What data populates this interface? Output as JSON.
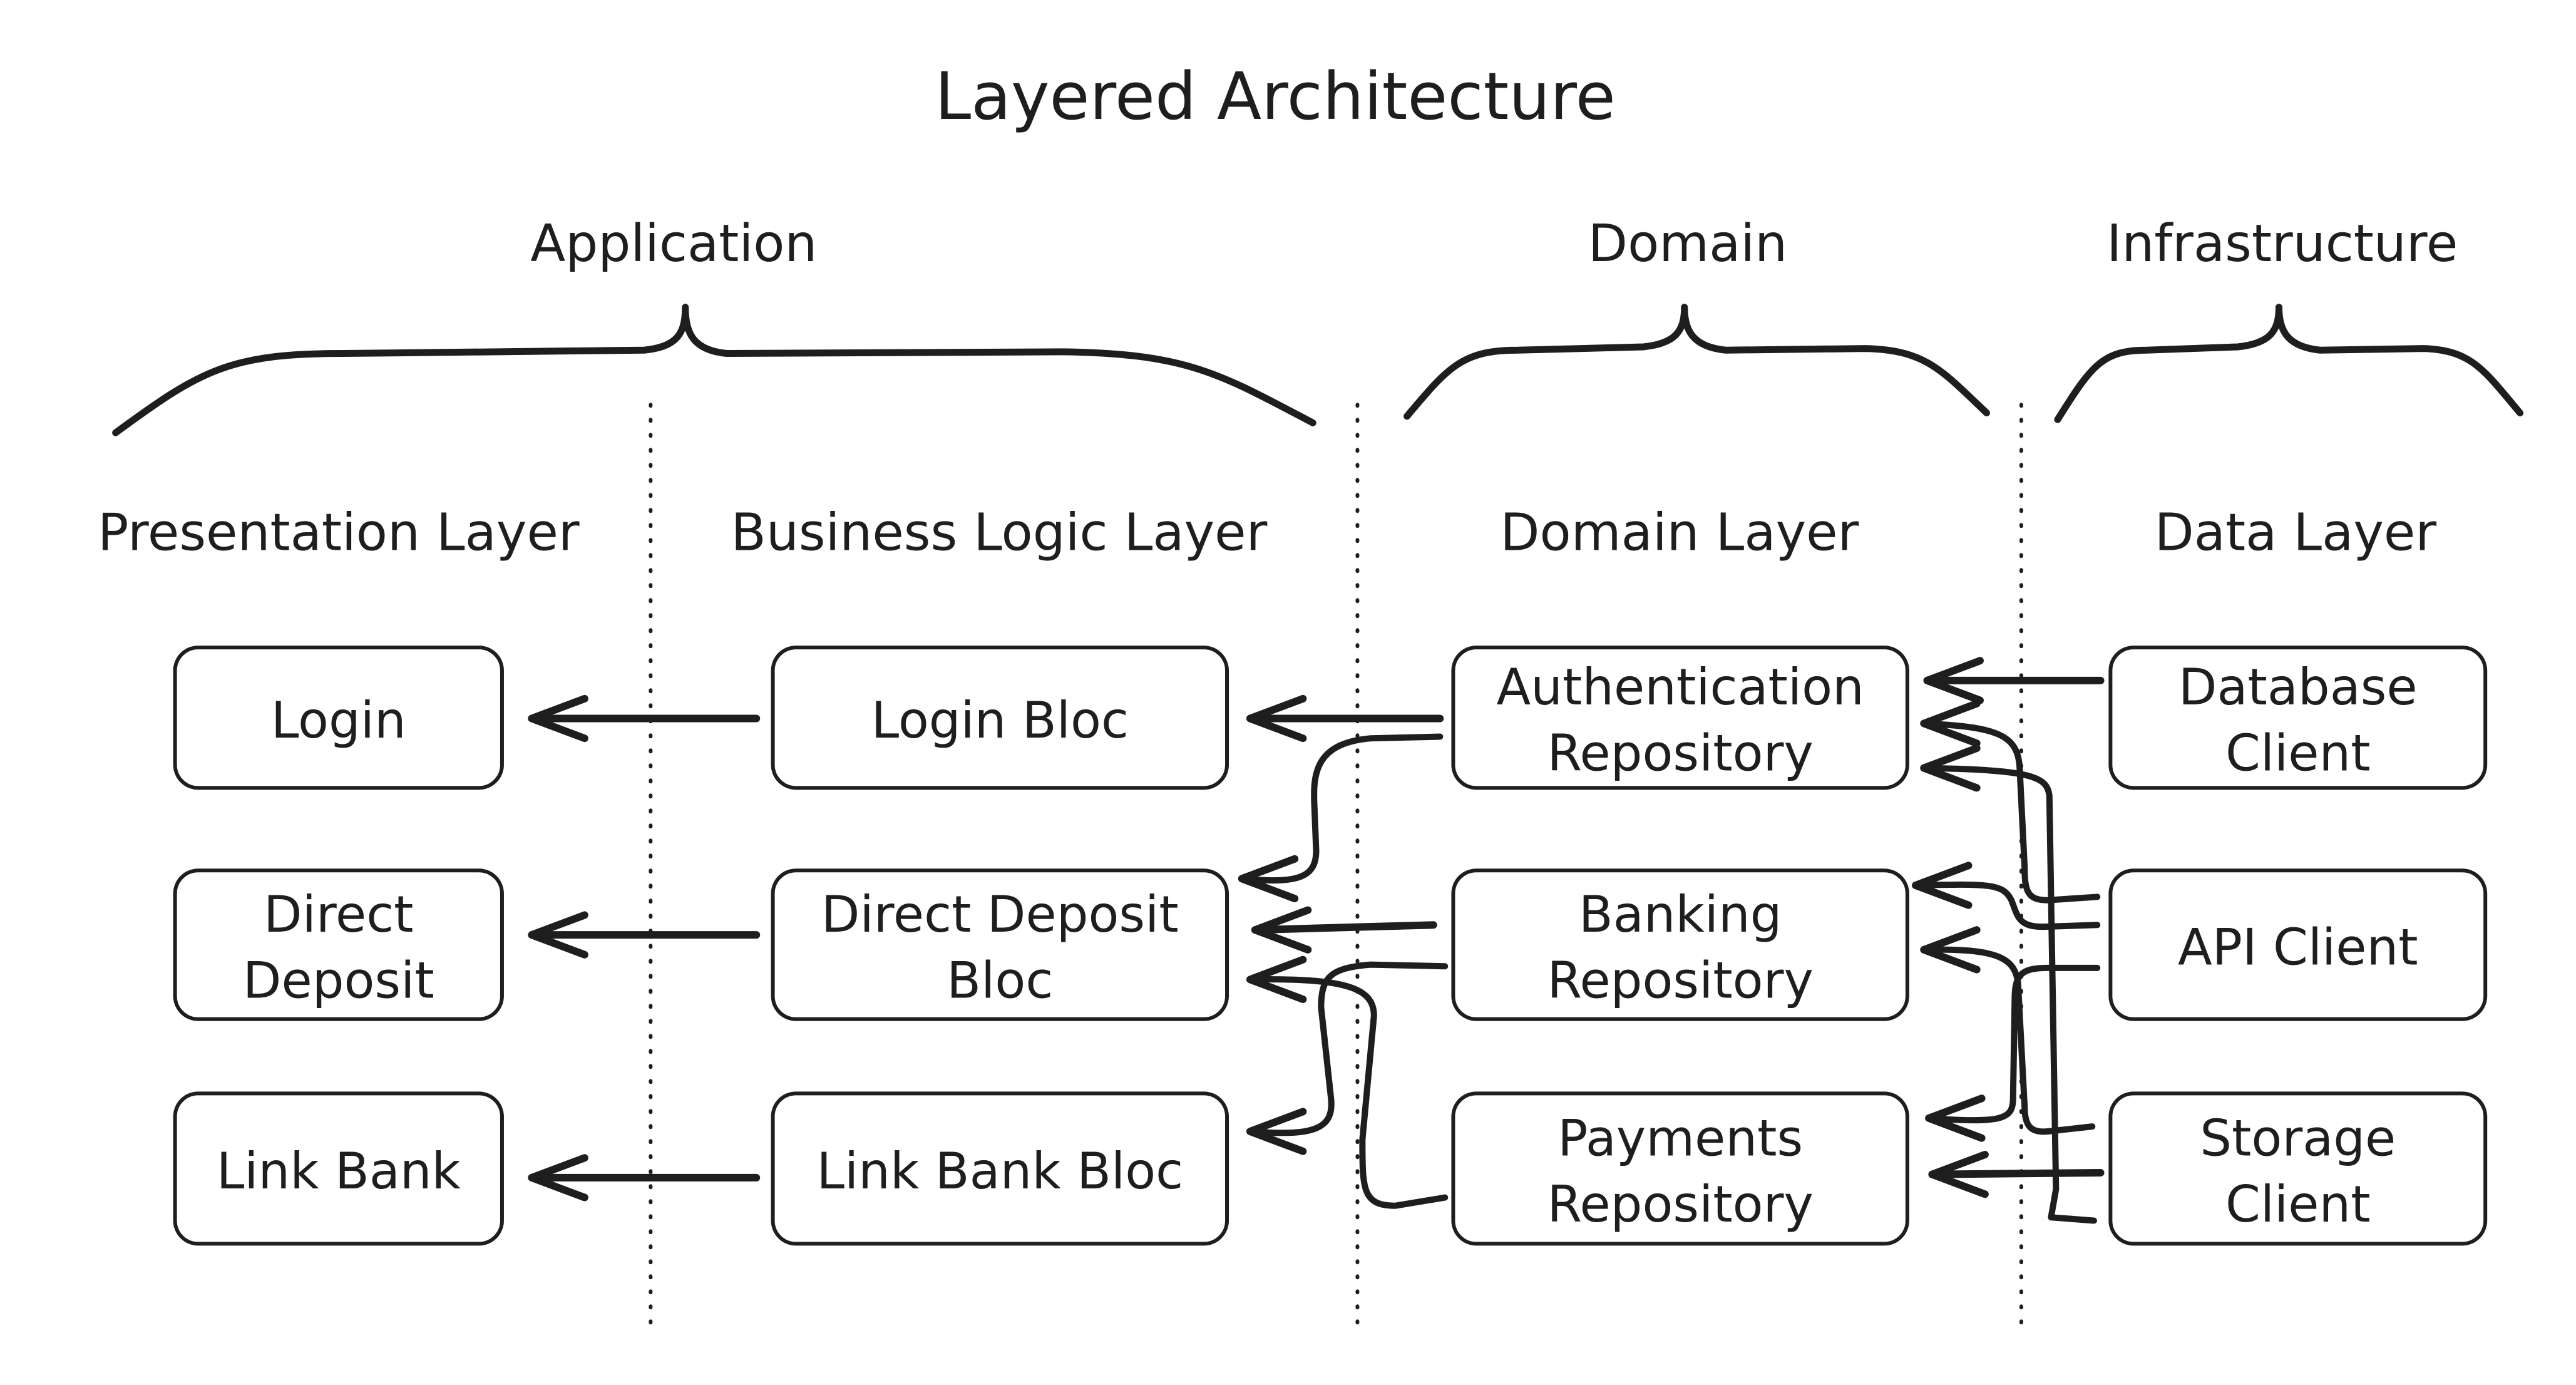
{
  "title": "Layered Architecture",
  "groups": [
    {
      "id": "application",
      "label": "Application"
    },
    {
      "id": "domain",
      "label": "Domain"
    },
    {
      "id": "infrastructure",
      "label": "Infrastructure"
    }
  ],
  "layers": [
    {
      "id": "presentation",
      "label": "Presentation Layer",
      "group": "application"
    },
    {
      "id": "business",
      "label": "Business Logic Layer",
      "group": "application"
    },
    {
      "id": "domain",
      "label": "Domain Layer",
      "group": "domain"
    },
    {
      "id": "data",
      "label": "Data Layer",
      "group": "infrastructure"
    }
  ],
  "nodes": [
    {
      "id": "login",
      "layer": "presentation",
      "lines": [
        "Login"
      ]
    },
    {
      "id": "direct-deposit",
      "layer": "presentation",
      "lines": [
        "Direct",
        "Deposit"
      ]
    },
    {
      "id": "link-bank",
      "layer": "presentation",
      "lines": [
        "Link Bank"
      ]
    },
    {
      "id": "login-bloc",
      "layer": "business",
      "lines": [
        "Login Bloc"
      ]
    },
    {
      "id": "direct-deposit-bloc",
      "layer": "business",
      "lines": [
        "Direct Deposit",
        "Bloc"
      ]
    },
    {
      "id": "link-bank-bloc",
      "layer": "business",
      "lines": [
        "Link Bank Bloc"
      ]
    },
    {
      "id": "authentication-repository",
      "layer": "domain",
      "lines": [
        "Authentication",
        "Repository"
      ]
    },
    {
      "id": "banking-repository",
      "layer": "domain",
      "lines": [
        "Banking",
        "Repository"
      ]
    },
    {
      "id": "payments-repository",
      "layer": "domain",
      "lines": [
        "Payments",
        "Repository"
      ]
    },
    {
      "id": "database-client",
      "layer": "data",
      "lines": [
        "Database",
        "Client"
      ]
    },
    {
      "id": "api-client",
      "layer": "data",
      "lines": [
        "API Client"
      ]
    },
    {
      "id": "storage-client",
      "layer": "data",
      "lines": [
        "Storage",
        "Client"
      ]
    }
  ],
  "edges": [
    {
      "from": "login-bloc",
      "to": "login"
    },
    {
      "from": "direct-deposit-bloc",
      "to": "direct-deposit"
    },
    {
      "from": "link-bank-bloc",
      "to": "link-bank"
    },
    {
      "from": "authentication-repository",
      "to": "login-bloc"
    },
    {
      "from": "authentication-repository",
      "to": "direct-deposit-bloc"
    },
    {
      "from": "banking-repository",
      "to": "direct-deposit-bloc"
    },
    {
      "from": "banking-repository",
      "to": "link-bank-bloc"
    },
    {
      "from": "payments-repository",
      "to": "direct-deposit-bloc"
    },
    {
      "from": "database-client",
      "to": "authentication-repository"
    },
    {
      "from": "api-client",
      "to": "authentication-repository"
    },
    {
      "from": "storage-client",
      "to": "authentication-repository"
    },
    {
      "from": "api-client",
      "to": "banking-repository"
    },
    {
      "from": "storage-client",
      "to": "banking-repository"
    },
    {
      "from": "api-client",
      "to": "payments-repository"
    },
    {
      "from": "storage-client",
      "to": "payments-repository"
    }
  ]
}
